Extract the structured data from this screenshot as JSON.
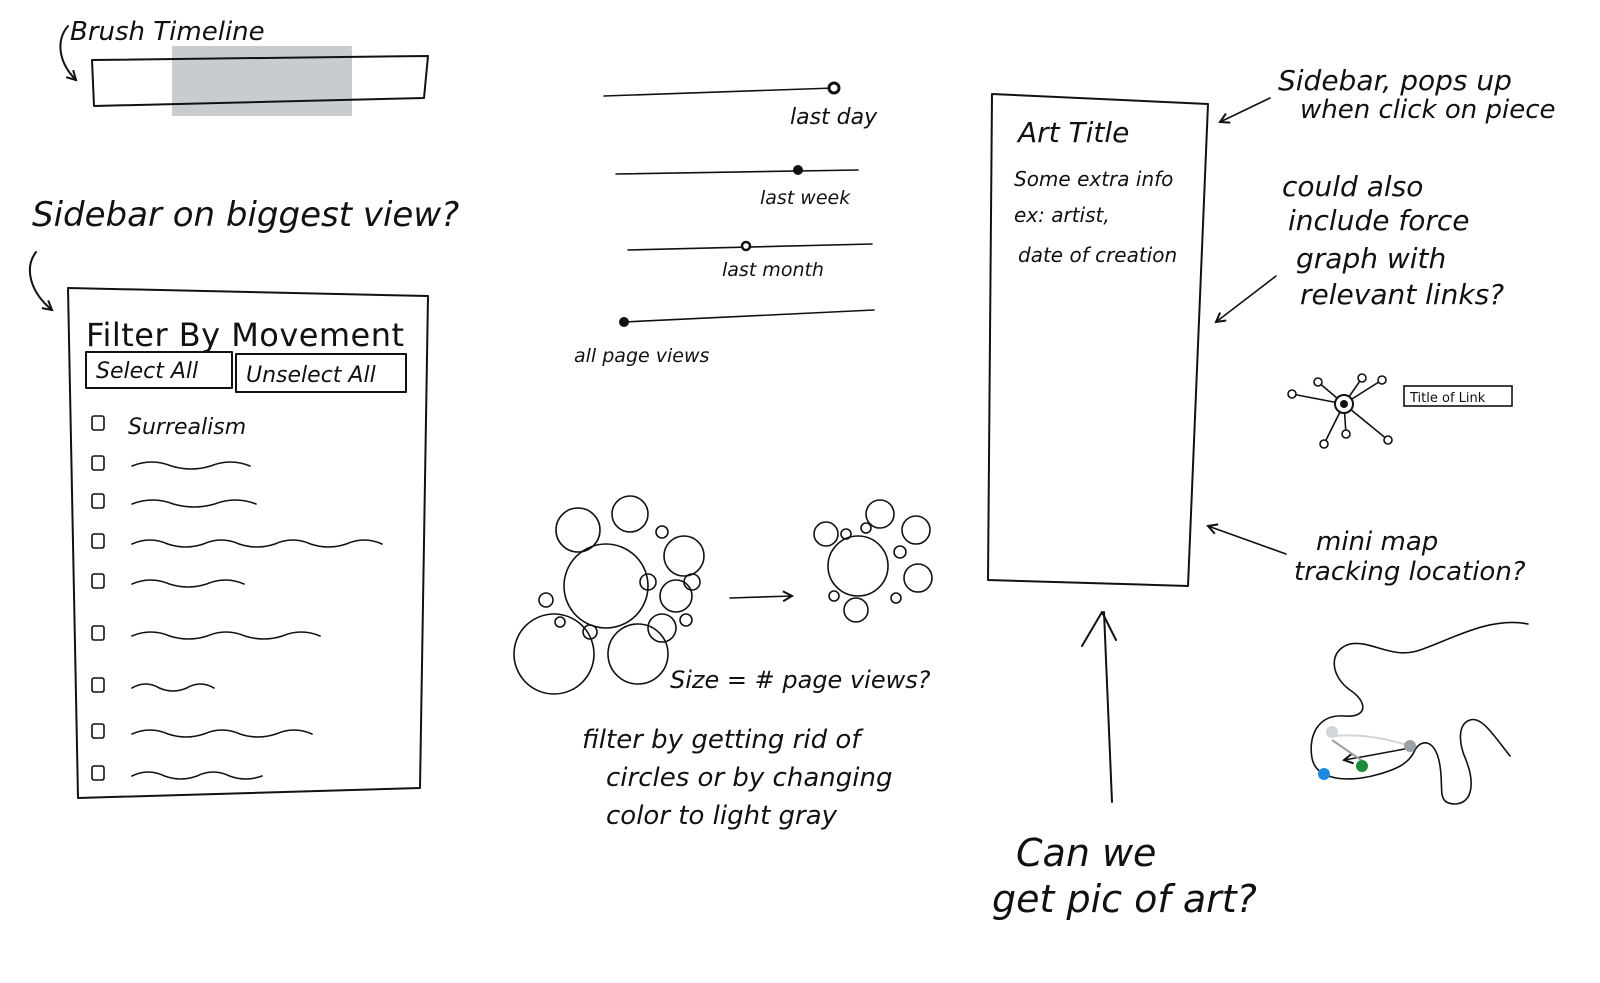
{
  "brush_timeline": {
    "label": "Brush Timeline"
  },
  "sidebar_question": {
    "label": "Sidebar on biggest view?"
  },
  "filter_panel": {
    "title": "Filter By Movement",
    "select_all": "Select All",
    "unselect_all": "Unselect All",
    "first_item": "Surrealism",
    "placeholder_item_count": 8
  },
  "time_sliders": [
    {
      "label": "last day"
    },
    {
      "label": "last week"
    },
    {
      "label": "last month"
    },
    {
      "label": "all page views"
    }
  ],
  "bubbles": {
    "size_note": "Size = # page views?",
    "filter_note": [
      "filter by getting rid of",
      "circles or by changing",
      "color to light gray"
    ]
  },
  "art_sidebar": {
    "title": "Art Title",
    "info": [
      "Some extra info",
      "ex: artist,",
      "date of creation"
    ]
  },
  "annotations": {
    "sidebar_popup": [
      "Sidebar, pops up",
      "when click on piece"
    ],
    "force_graph": [
      "could also",
      "include force",
      "graph with",
      "relevant links?"
    ],
    "minimap": [
      "mini map",
      "tracking location?"
    ],
    "pic_question": [
      "Can we",
      "get pic of art?"
    ]
  },
  "force_graph_link": {
    "label": "Title of Link"
  },
  "minimap_colors": {
    "gray": "#9aa0a6",
    "light_gray": "#d3d6d8",
    "green": "#1f8a3c",
    "blue": "#1e88e5"
  },
  "brush_color": "#c9cccf"
}
